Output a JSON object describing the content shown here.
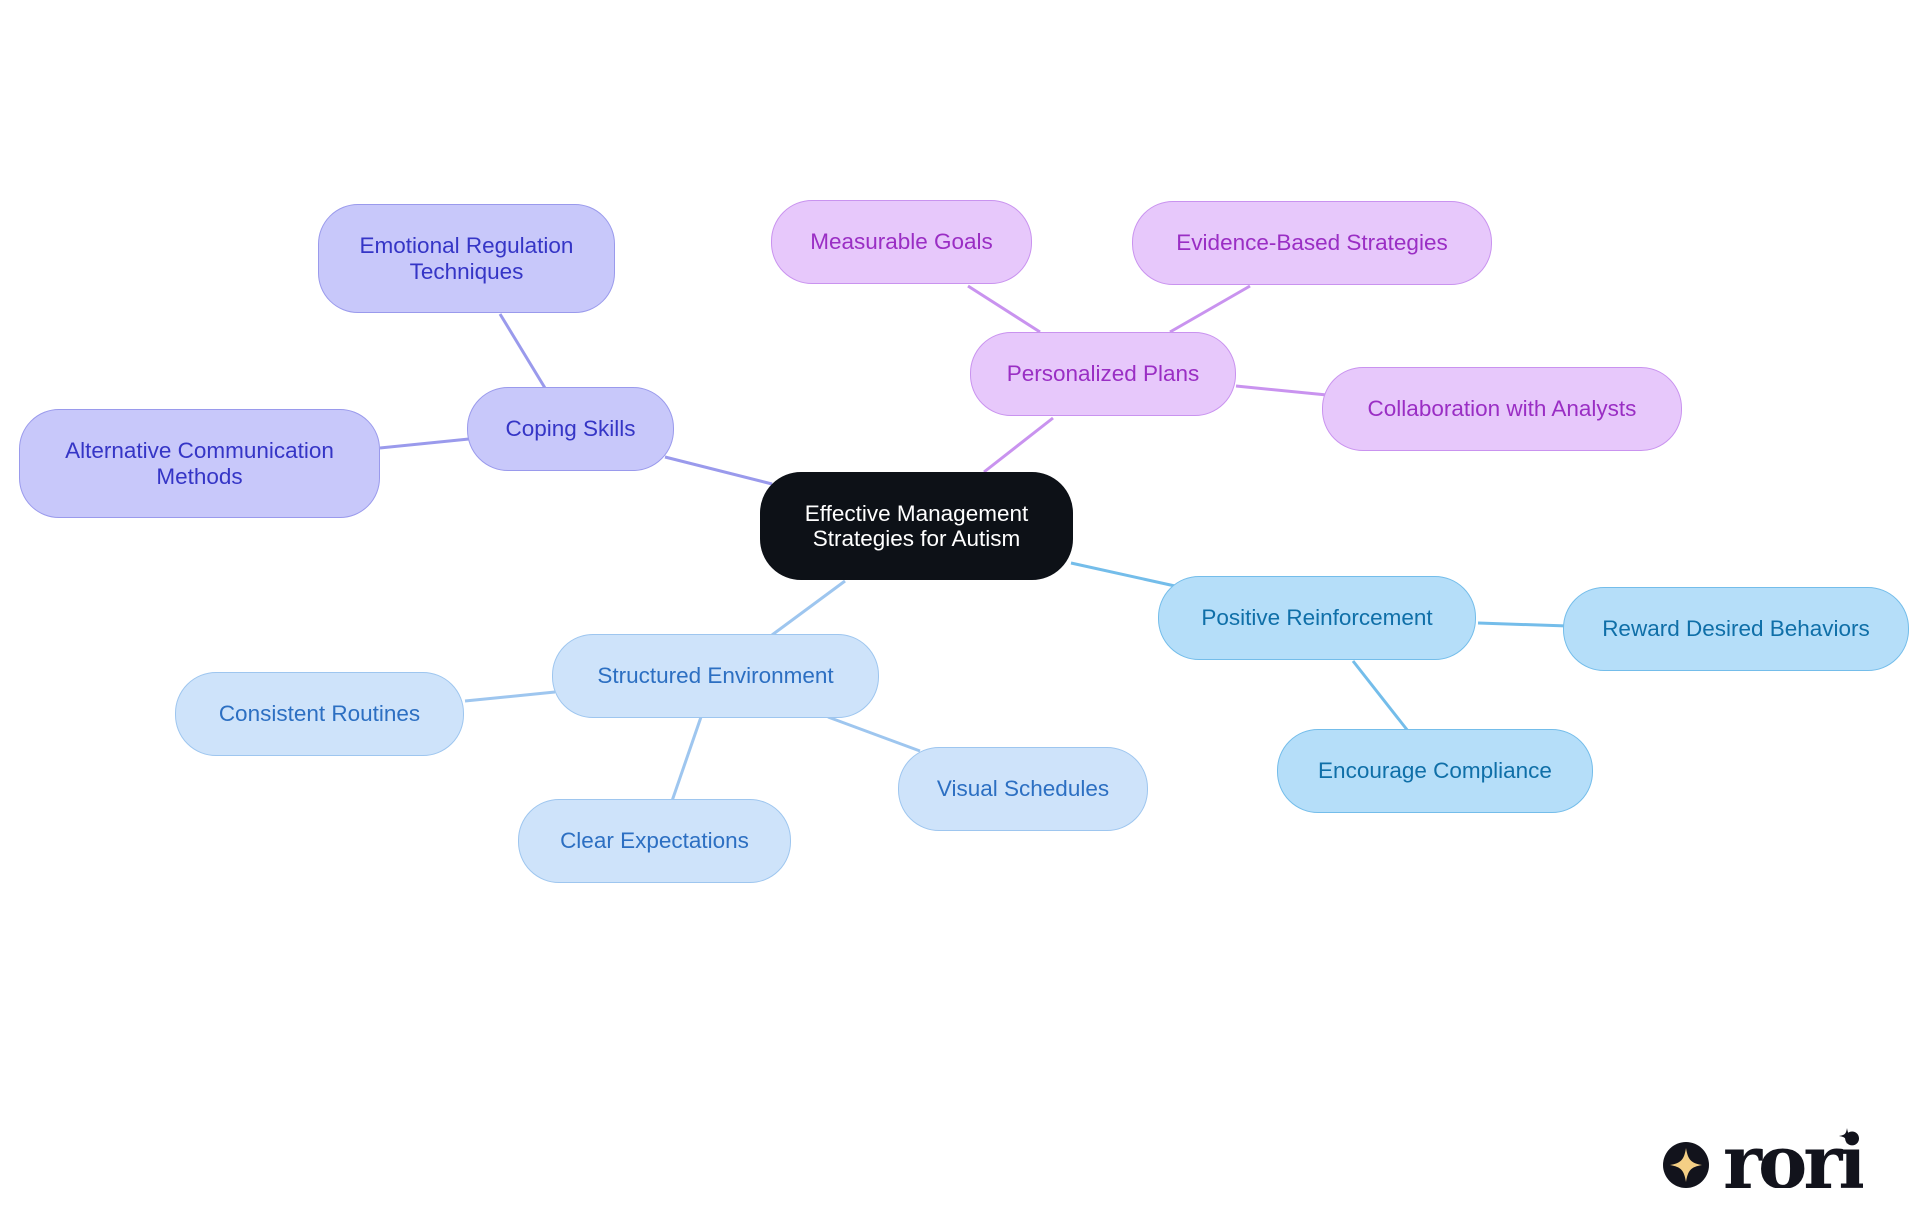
{
  "mindmap": {
    "root": {
      "label": "Effective Management\nStrategies for Autism"
    },
    "branches": [
      {
        "key": "coping",
        "label": "Coping Skills",
        "color": "#9a9aec",
        "children": [
          {
            "label": "Emotional Regulation\nTechniques"
          },
          {
            "label": "Alternative Communication\nMethods"
          }
        ]
      },
      {
        "key": "personalized",
        "label": "Personalized Plans",
        "color": "#c993ef",
        "children": [
          {
            "label": "Measurable Goals"
          },
          {
            "label": "Evidence-Based Strategies"
          },
          {
            "label": "Collaboration with Analysts"
          }
        ]
      },
      {
        "key": "reinforcement",
        "label": "Positive Reinforcement",
        "color": "#74bdea",
        "children": [
          {
            "label": "Reward Desired Behaviors"
          },
          {
            "label": "Encourage Compliance"
          }
        ]
      },
      {
        "key": "structured",
        "label": "Structured Environment",
        "color": "#9ec6ef",
        "children": [
          {
            "label": "Consistent Routines"
          },
          {
            "label": "Clear Expectations"
          },
          {
            "label": "Visual Schedules"
          }
        ]
      }
    ]
  },
  "brand": {
    "logo": "rori-logo-icon",
    "text": "rori"
  }
}
